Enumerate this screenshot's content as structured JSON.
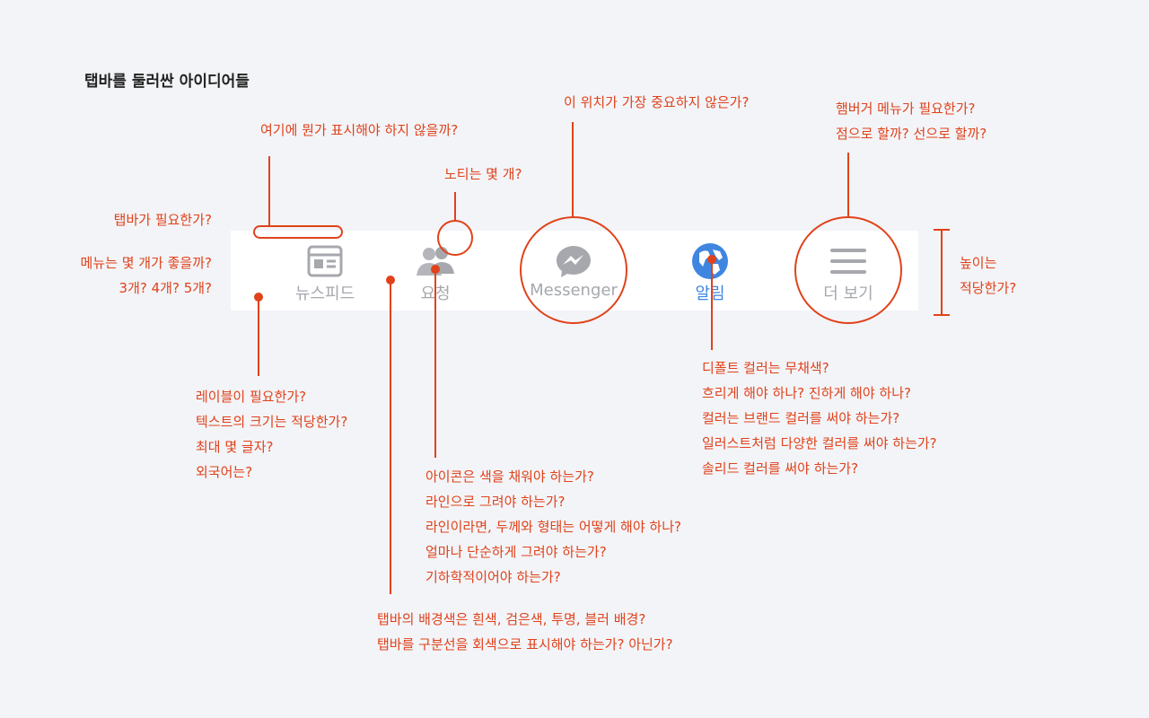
{
  "title": "탭바를 둘러싼 아이디어들",
  "tabs": [
    {
      "label": "뉴스피드",
      "icon": "newsfeed-icon"
    },
    {
      "label": "요청",
      "icon": "friend-requests-icon"
    },
    {
      "label": "Messenger",
      "icon": "messenger-icon"
    },
    {
      "label": "알림",
      "icon": "globe-notifications-icon",
      "active": true
    },
    {
      "label": "더 보기",
      "icon": "hamburger-menu-icon"
    }
  ],
  "colors": {
    "annotation": "#e0421a",
    "active_tab": "#3e86e0",
    "inactive_tab": "#a6a8ad",
    "background": "#f3f4f8"
  },
  "notes": {
    "top_indicator": [
      "여기에 뭔가 표시해야 하지 않을까?"
    ],
    "badge": [
      "노티는 몇 개?"
    ],
    "center": [
      "이 위치가 가장 중요하지 않은가?"
    ],
    "hamburger": [
      "햄버거 메뉴가 필요한가?",
      "점으로 할까? 선으로 할까?"
    ],
    "need_tabbar": [
      "탭바가 필요한가?"
    ],
    "menu_count": [
      "메뉴는 몇 개가 좋을까?",
      "3개? 4개? 5개?"
    ],
    "height": [
      "높이는",
      "적당한가?"
    ],
    "label": [
      "레이블이 필요한가?",
      "텍스트의 크기는 적당한가?",
      "최대 몇 글자?",
      "외국어는?"
    ],
    "icon_style": [
      "아이콘은 색을 채워야 하는가?",
      "라인으로 그려야 하는가?",
      "라인이라면, 두께와 형태는 어떻게 해야 하나?",
      "얼마나 단순하게 그려야 하는가?",
      "기하학적이어야 하는가?"
    ],
    "background": [
      "탭바의 배경색은 흰색, 검은색, 투명, 블러 배경?",
      "탭바를 구분선을 회색으로 표시해야 하는가? 아닌가?"
    ],
    "color": [
      "디폴트 컬러는 무채색?",
      "흐리게 해야 하나? 진하게 해야 하나?",
      "컬러는 브랜드 컬러를 써야 하는가?",
      "일러스트처럼 다양한 컬러를 써야 하는가?",
      "솔리드 컬러를 써야 하는가?"
    ]
  }
}
